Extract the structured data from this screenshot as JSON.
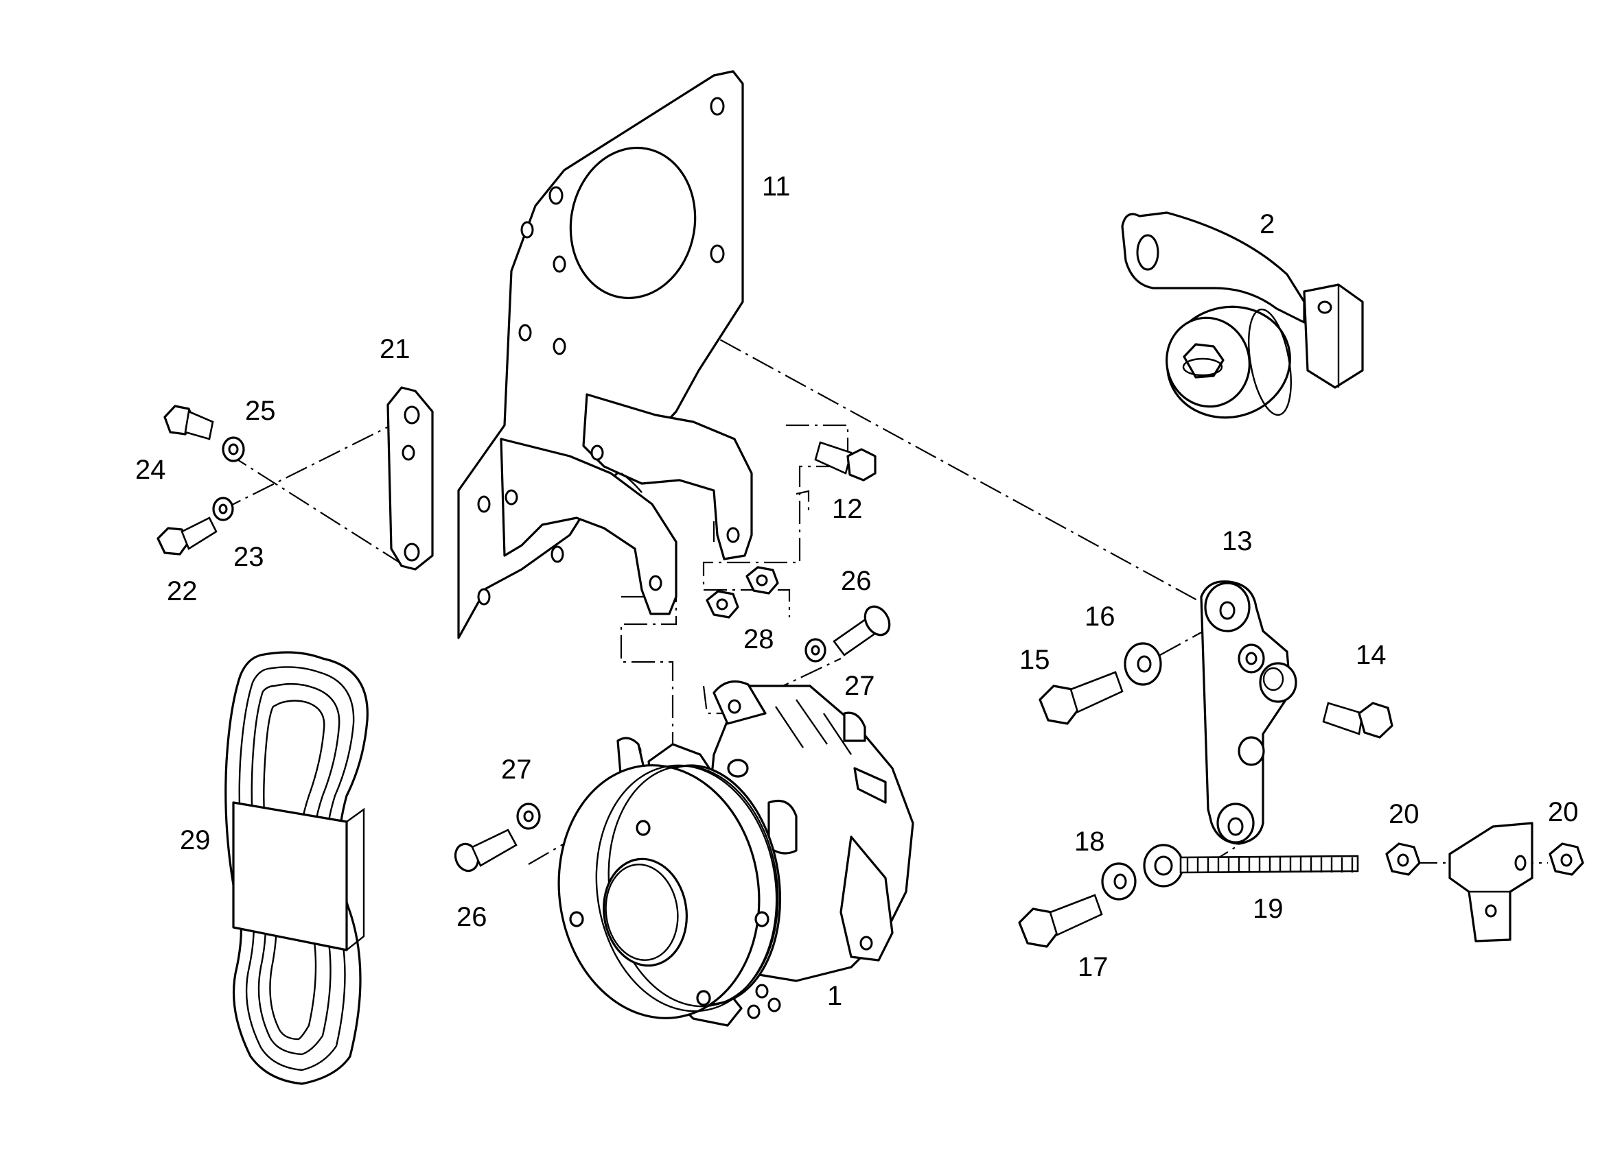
{
  "colors": {
    "line": "#000000",
    "background": "#ffffff"
  },
  "callouts": [
    {
      "id": "c1",
      "label": "1"
    },
    {
      "id": "c2",
      "label": "2"
    },
    {
      "id": "c11",
      "label": "11"
    },
    {
      "id": "c12",
      "label": "12"
    },
    {
      "id": "c13",
      "label": "13"
    },
    {
      "id": "c14",
      "label": "14"
    },
    {
      "id": "c15",
      "label": "15"
    },
    {
      "id": "c16",
      "label": "16"
    },
    {
      "id": "c17",
      "label": "17"
    },
    {
      "id": "c18",
      "label": "18"
    },
    {
      "id": "c19",
      "label": "19"
    },
    {
      "id": "c20a",
      "label": "20"
    },
    {
      "id": "c20b",
      "label": "20"
    },
    {
      "id": "c21",
      "label": "21"
    },
    {
      "id": "c22",
      "label": "22"
    },
    {
      "id": "c23",
      "label": "23"
    },
    {
      "id": "c24",
      "label": "24"
    },
    {
      "id": "c25",
      "label": "25"
    },
    {
      "id": "c26a",
      "label": "26"
    },
    {
      "id": "c26b",
      "label": "26"
    },
    {
      "id": "c27a",
      "label": "27"
    },
    {
      "id": "c27b",
      "label": "27"
    },
    {
      "id": "c28",
      "label": "28"
    },
    {
      "id": "c29",
      "label": "29"
    }
  ]
}
